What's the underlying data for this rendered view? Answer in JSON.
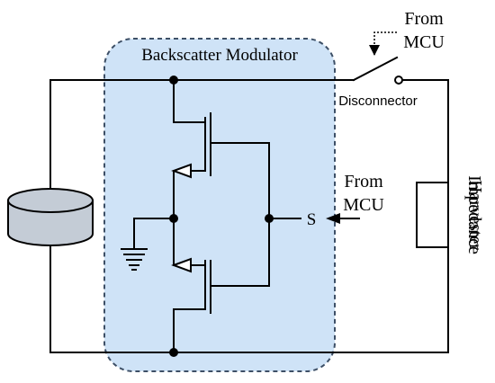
{
  "labels": {
    "modulator_title": "Backscatter Modulator",
    "from_top": "From",
    "mcu_top": "MCU",
    "disconnector": "Disconnector",
    "from_mid": "From",
    "mcu_mid": "MCU",
    "s_label": "S",
    "harvester_line1": "Harvester",
    "harvester_line2": "Impedance"
  },
  "colors": {
    "modulator_fill": "#cfe3f7",
    "modulator_border": "#3d4f66",
    "disk_fill": "#c4ccd6",
    "wire": "#000000"
  }
}
